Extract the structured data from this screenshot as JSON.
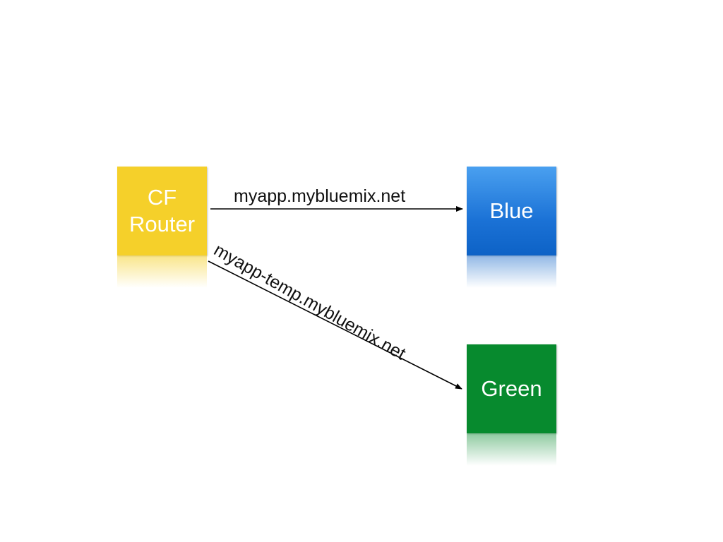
{
  "diagram": {
    "nodes": [
      {
        "id": "router",
        "label_line1": "CF",
        "label_line2": "Router",
        "color": "#f5d02a"
      },
      {
        "id": "blue",
        "label": "Blue",
        "color": "#1b72d6"
      },
      {
        "id": "green",
        "label": "Green",
        "color": "#078a2e"
      }
    ],
    "edges": [
      {
        "from": "router",
        "to": "blue",
        "label": "myapp.mybluemix.net"
      },
      {
        "from": "router",
        "to": "green",
        "label": "myapp-temp.mybluemix.net"
      }
    ]
  }
}
